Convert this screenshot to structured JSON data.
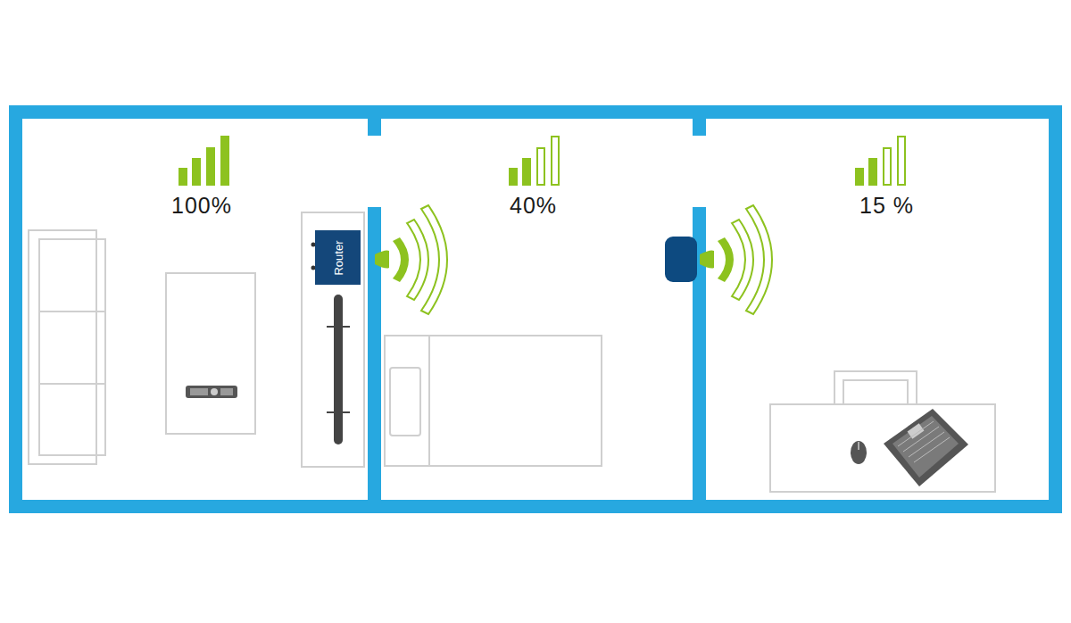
{
  "diagram": {
    "nodes": [
      {
        "text": [
          "Router"
        ]
      }
    ],
    "labels": [
      "100%",
      "40%",
      "15 %"
    ]
  }
}
